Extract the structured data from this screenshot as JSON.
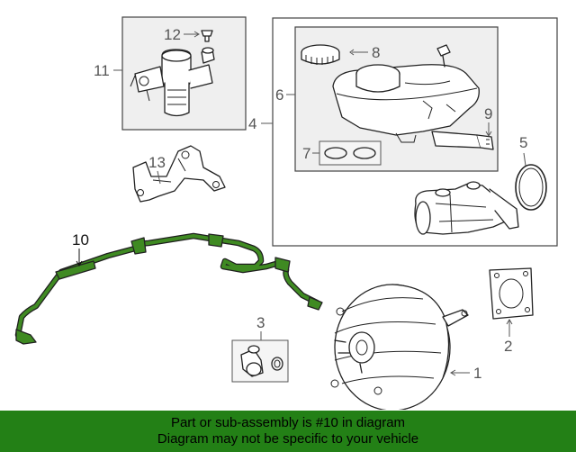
{
  "callouts": {
    "n1": "1",
    "n2": "2",
    "n3": "3",
    "n4": "4",
    "n5": "5",
    "n6": "6",
    "n7": "7",
    "n8": "8",
    "n9": "9",
    "n10": "10",
    "n11": "11",
    "n12": "12",
    "n13": "13"
  },
  "banner": {
    "line1": "Part or sub-assembly is #10 in diagram",
    "line2": "Diagram may not be specific to your vehicle"
  },
  "colors": {
    "highlight_part": "#3f8a22",
    "banner_background": "#238016"
  }
}
